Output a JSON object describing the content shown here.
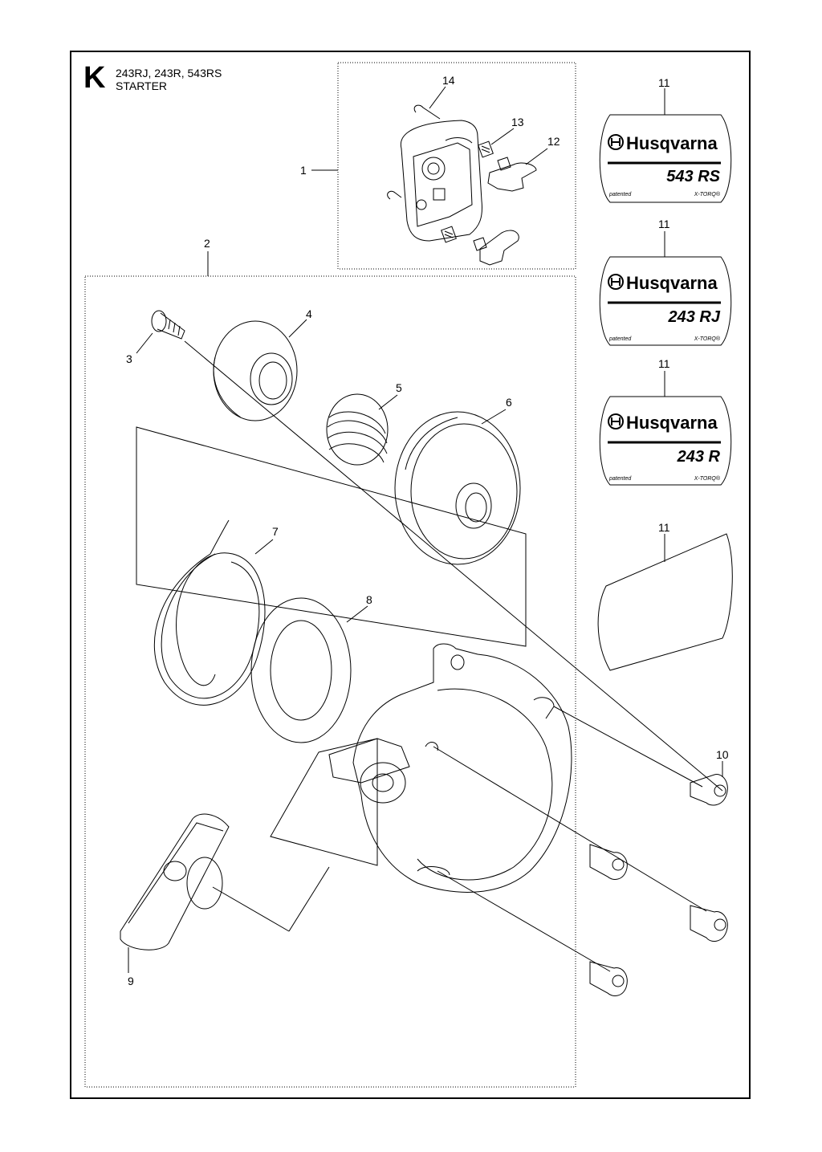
{
  "header": {
    "section_letter": "K",
    "models": "243RJ, 243R, 543RS",
    "title": "STARTER"
  },
  "callouts": {
    "c1": "1",
    "c2": "2",
    "c3": "3",
    "c4": "4",
    "c5": "5",
    "c6": "6",
    "c7": "7",
    "c8": "8",
    "c9": "9",
    "c10": "10",
    "c12": "12",
    "c13": "13",
    "c14": "14",
    "c11a": "11",
    "c11b": "11",
    "c11c": "11",
    "c11d": "11"
  },
  "decals": [
    {
      "brand": "Husqvarna",
      "model": "543 RS",
      "patent": "patented",
      "tech": "X-TORQ®"
    },
    {
      "brand": "Husqvarna",
      "model": "243 RJ",
      "patent": "patented",
      "tech": "X-TORQ®"
    },
    {
      "brand": "Husqvarna",
      "model": "243 R",
      "patent": "patented",
      "tech": "X-TORQ®"
    }
  ],
  "colors": {
    "line": "#000000",
    "background": "#ffffff"
  }
}
